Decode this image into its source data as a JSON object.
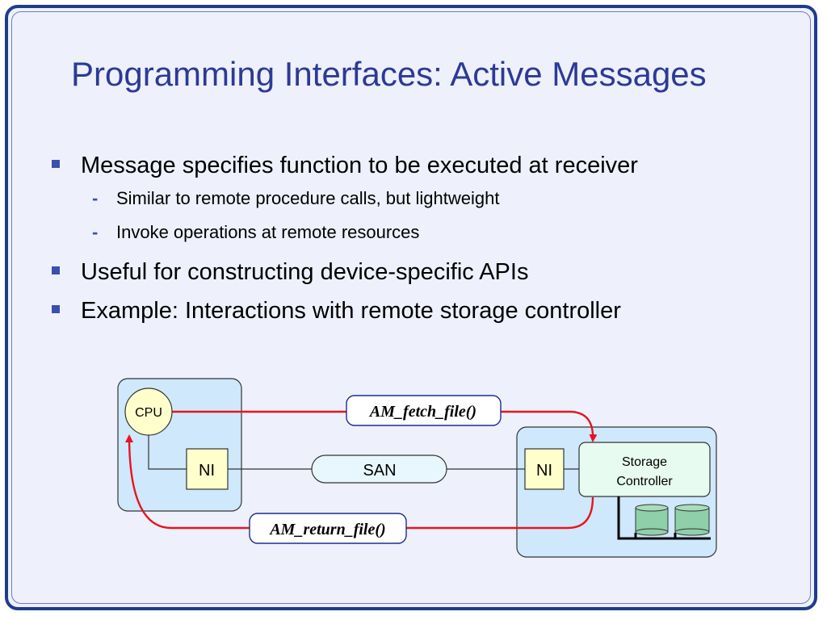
{
  "slide": {
    "title": "Programming Interfaces: Active Messages",
    "bullets": [
      {
        "text": "Message specifies function to be executed at receiver",
        "sub": [
          "Similar to remote procedure calls, but lightweight",
          "Invoke operations at remote resources"
        ]
      },
      {
        "text": "Useful for constructing device-specific APIs",
        "sub": []
      },
      {
        "text": "Example: Interactions with remote storage controller",
        "sub": []
      }
    ],
    "sub_marker": "-"
  },
  "diagram": {
    "cpu": "CPU",
    "ni_left": "NI",
    "san": "SAN",
    "ni_right": "NI",
    "storage_line1": "Storage",
    "storage_line2": "Controller",
    "fetch": "AM_fetch_file()",
    "return": "AM_return_file()"
  },
  "colors": {
    "title": "#2c3a96",
    "frame": "#1f3c8c",
    "node_fill": "#cfe8fb",
    "ni_fill": "#ffffcc",
    "storage_fill": "#e8fbf0",
    "disk_fill": "#8fcfaa",
    "message_line": "#e8141e"
  }
}
